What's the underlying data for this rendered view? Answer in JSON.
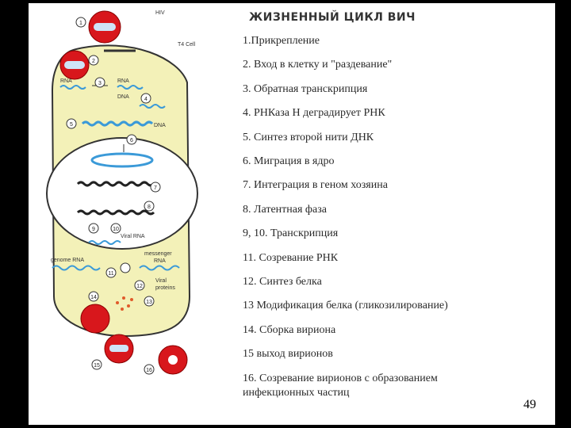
{
  "title": "ЖИЗНЕННЫЙ ЦИКЛ ВИЧ",
  "steps": [
    "1.Прикрепление",
    "2. Вход в клетку и \"раздевание\"",
    "3. Обратная транскрипция",
    "4. РНКаза Н деградирует РНК",
    "5. Синтез второй нити ДНК",
    "6. Миграция в ядро",
    "7. Интеграция в геном хозяина",
    "8. Латентная фаза",
    "9, 10. Транскрипция",
    "11. Созревание РНК",
    "12. Синтез белка",
    "13 Модификация белка (гликозилирование)",
    "14. Сборка вириона",
    "15 выход вирионов",
    "16. Созревание вирионов с образованием",
    "инфекционных частиц"
  ],
  "diagram": {
    "labels": {
      "hiv": "HIV",
      "t4cell": "T4 Cell",
      "rna": "RNA",
      "rna2": "RNA",
      "dna": "DNA",
      "dna2": "DNA",
      "viral_rna": "Viral RNA",
      "genome_rna": "genome RNA",
      "messenger": "messenger",
      "messenger_rna": "RNA",
      "viral_proteins_1": "Viral",
      "viral_proteins_2": "proteins"
    },
    "step_markers": [
      "1",
      "2",
      "3",
      "4",
      "5",
      "6",
      "7",
      "8",
      "9",
      "10",
      "11",
      "12",
      "13",
      "14",
      "15",
      "16"
    ]
  },
  "page_number": "49",
  "colors": {
    "cell_fill": "#f3f1b8",
    "virus_red": "#d8171c",
    "strand_blue": "#3b9ad8",
    "dna_dark": "#222222",
    "background": "#000000"
  }
}
